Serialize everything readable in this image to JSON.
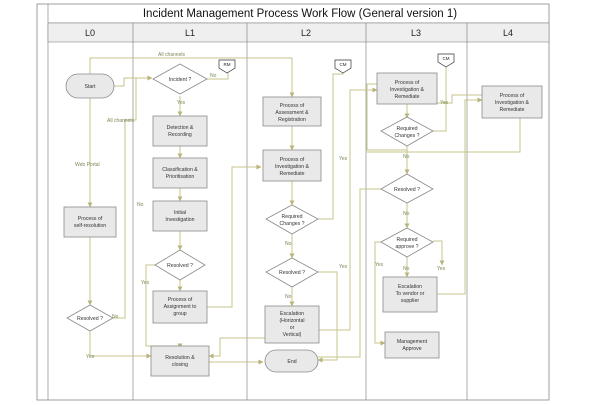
{
  "title": "Incident Management Process Work Flow (General version 1)",
  "lanes": [
    "L0",
    "L1",
    "L2",
    "L3",
    "L4"
  ],
  "nodes": {
    "start": "Start",
    "self_resolution": [
      "Process of",
      "self-resolution"
    ],
    "resolved_l0": "Resolved ?",
    "incident": "Incident ?",
    "detection": [
      "Detection &",
      "Recording"
    ],
    "classification": [
      "Classification &",
      "Prioritisation"
    ],
    "initial": [
      "Initial",
      "Investigation"
    ],
    "resolved_l1": "Resolved ?",
    "assignment": [
      "Process of",
      "Assignment to",
      "group"
    ],
    "resolution": [
      "Resolution &",
      "closing"
    ],
    "assessment": [
      "Process of",
      "Assessment &",
      "Registration"
    ],
    "investigation_l2": [
      "Process of",
      "Investigation &",
      "Remediate"
    ],
    "req_changes_l2": [
      "Required",
      "Changes ?"
    ],
    "resolved_l2": "Resolved ?",
    "escalation_l2": [
      "Escalation",
      "(Horizontal",
      "or",
      "Vertical)"
    ],
    "end": "End",
    "investigation_l3": [
      "Process of",
      "Investigation &",
      "Remediate"
    ],
    "req_changes_l3": [
      "Required",
      "Changes ?"
    ],
    "resolved_l3": "Resolved ?",
    "req_approve": [
      "Required",
      "approve ?"
    ],
    "escalation_vendor": [
      "Escalation",
      "To vendor or",
      "supplier"
    ],
    "mgmt_approve": [
      "Management",
      "Approve"
    ],
    "investigation_l4": [
      "Process of",
      "Investigation &",
      "Remediate"
    ]
  },
  "tags": {
    "rm": "RM",
    "cm_l2": "CM",
    "cm_l3": "CM"
  },
  "edge_labels": {
    "all_channels_top": "All channels",
    "all_channels_side": "All channels",
    "web_portal": "Web Portal",
    "no_incident": "No",
    "yes_incident": "Yes",
    "no_l1": "No",
    "yes_l1": "Yes",
    "yes_l0": "Yes",
    "no_l0": "No",
    "yes_rc2": "Yes",
    "no_rc2": "No",
    "no_r2": "No",
    "yes_r2": "Yes",
    "yes_rc3": "Yes",
    "no_rc3": "No",
    "no_r3": "No",
    "yes_r3": "Yes",
    "no_ra": "No",
    "yes_ra": "Yes"
  }
}
